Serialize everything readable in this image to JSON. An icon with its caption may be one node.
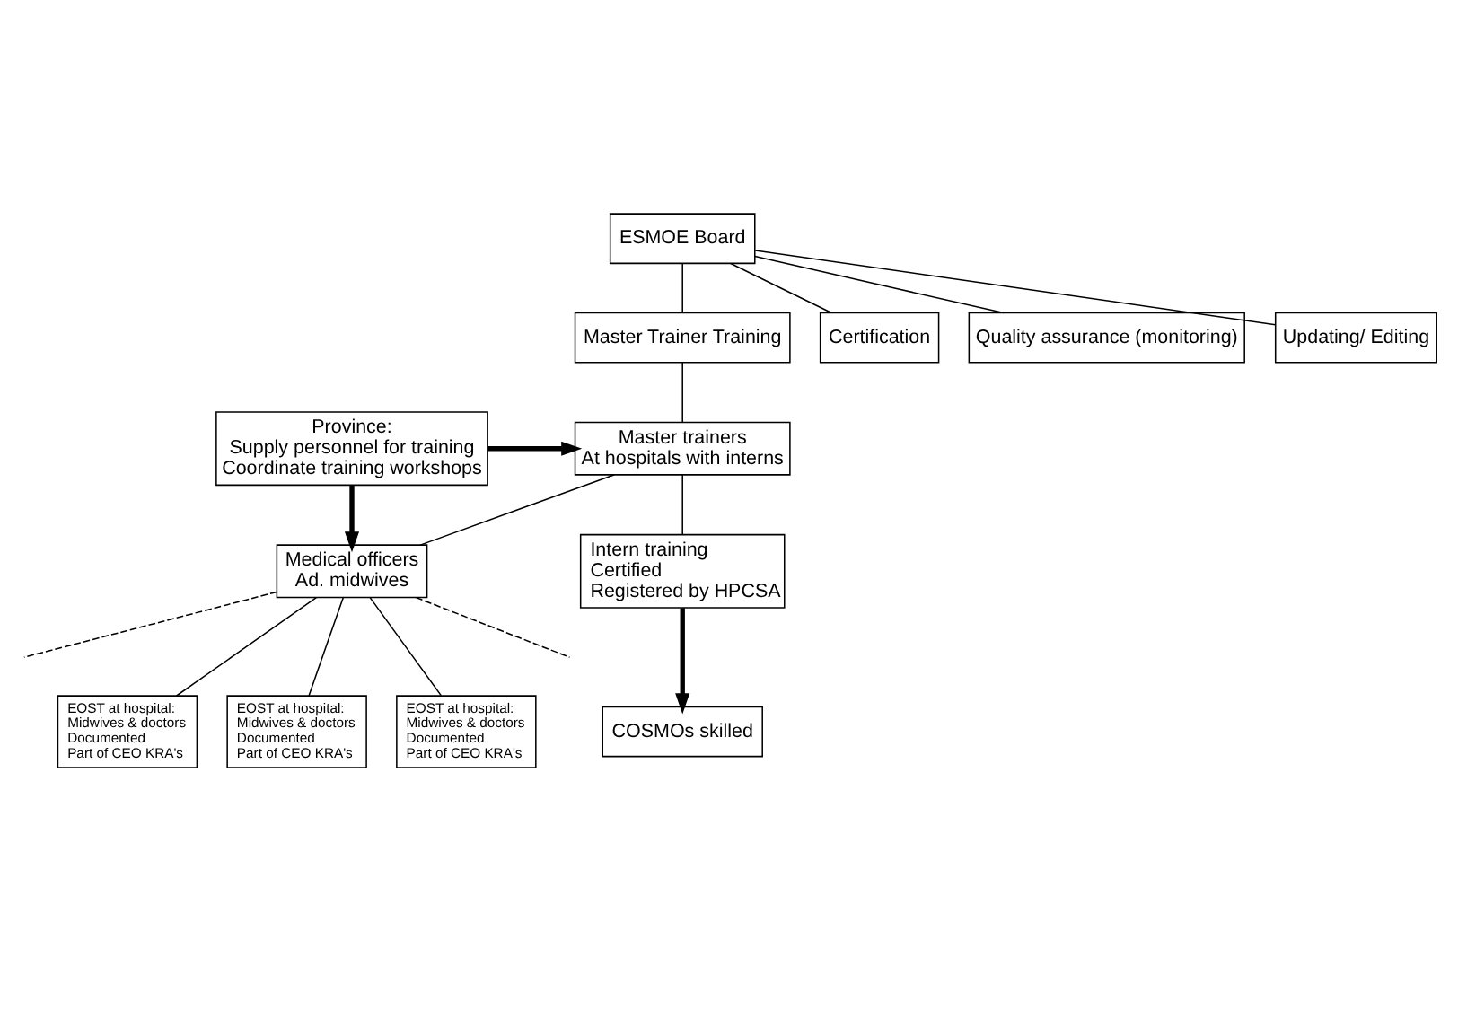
{
  "diagram": {
    "nodes": [
      {
        "text": [
          "ESMOE Board"
        ]
      },
      {
        "text": [
          "Master Trainer Training"
        ]
      },
      {
        "text": [
          "Certification"
        ]
      },
      {
        "text": [
          "Quality assurance (monitoring)"
        ]
      },
      {
        "text": [
          "Updating/ Editing"
        ]
      },
      {
        "text": [
          "Master trainers",
          "At hospitals with interns"
        ]
      },
      {
        "text": [
          "Province:",
          "Supply personnel for training",
          "Coordinate training workshops"
        ]
      },
      {
        "text": [
          "Medical officers",
          "Ad. midwives"
        ]
      },
      {
        "text": [
          "Intern training",
          "Certified",
          "Registered by HPCSA"
        ]
      },
      {
        "text": [
          "COSMOs skilled"
        ]
      },
      {
        "text": [
          "EOST at hospital:",
          "Midwives & doctors",
          "Documented",
          "Part of CEO KRA's"
        ]
      },
      {
        "text": [
          "EOST at hospital:",
          "Midwives & doctors",
          "Documented",
          "Part of CEO KRA's"
        ]
      },
      {
        "text": [
          "EOST at hospital:",
          "Midwives & doctors",
          "Documented",
          "Part of CEO KRA's"
        ]
      }
    ],
    "edges": [
      {
        "from": 0,
        "to": 1,
        "arrow": "none"
      },
      {
        "from": 0,
        "to": 2,
        "arrow": "none"
      },
      {
        "from": 0,
        "to": 3,
        "arrow": "none"
      },
      {
        "from": 0,
        "to": 4,
        "arrow": "none"
      },
      {
        "from": 1,
        "to": 5,
        "arrow": "none"
      },
      {
        "from": 6,
        "to": 5,
        "arrow": "to",
        "style": "thick"
      },
      {
        "from": 5,
        "to": 7,
        "arrow": "none"
      },
      {
        "from": 6,
        "to": 7,
        "arrow": "to",
        "style": "thick"
      },
      {
        "from": 5,
        "to": 8,
        "arrow": "none"
      },
      {
        "from": 8,
        "to": 9,
        "arrow": "to",
        "style": "thick"
      },
      {
        "from": 7,
        "to": 10,
        "arrow": "none"
      },
      {
        "from": 7,
        "to": 11,
        "arrow": "none"
      },
      {
        "from": 7,
        "to": 12,
        "arrow": "none"
      },
      {
        "from": 7,
        "to": null,
        "arrow": "none",
        "style": "dashed"
      },
      {
        "from": 7,
        "to": null,
        "arrow": "none",
        "style": "dashed"
      }
    ]
  }
}
